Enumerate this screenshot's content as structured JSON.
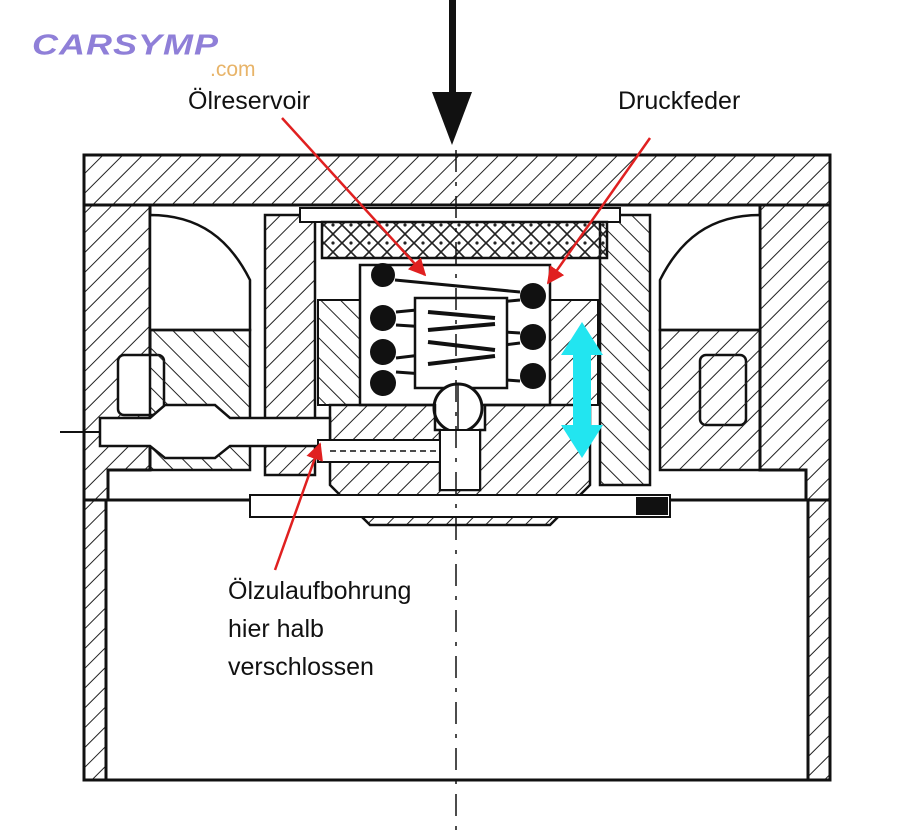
{
  "logo": {
    "main": "CARSYMP",
    "sub": ".com"
  },
  "labels": {
    "oil_reservoir": "Ölreservoir",
    "pressure_spring": "Druckfeder",
    "oil_feed_line1": "Ölzulaufbohrung",
    "oil_feed_line2": "hier halb",
    "oil_feed_line3": "verschlossen"
  },
  "colors": {
    "annotation_arrows": "#e02020",
    "motion_arrow": "#22e5f0",
    "drawing": "#111111",
    "logo_main": "#8f7fd8",
    "logo_sub": "#e8b469"
  }
}
